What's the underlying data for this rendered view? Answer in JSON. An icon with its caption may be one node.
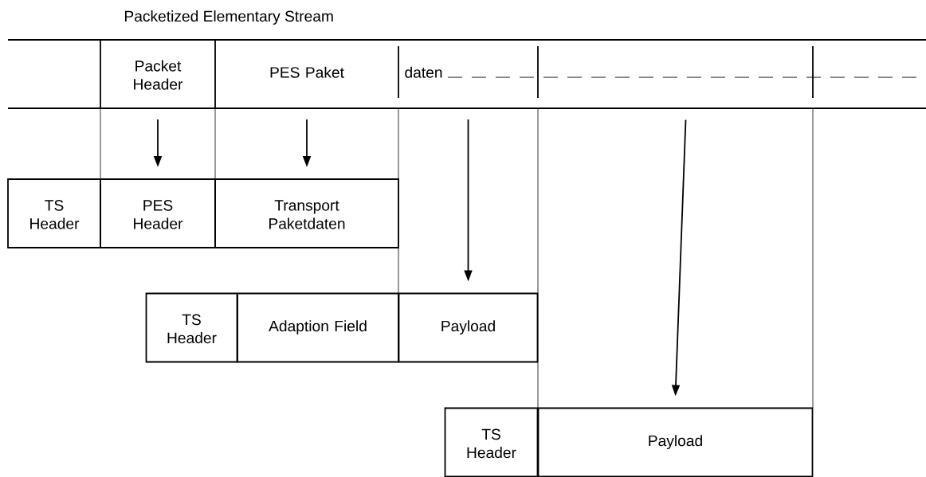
{
  "diagram": {
    "title": "Packetized Elementary Stream",
    "nodes": [
      {
        "text": [
          "Packet Header"
        ]
      },
      {
        "text": [
          "PES Paket"
        ]
      },
      {
        "text": [
          "daten"
        ]
      },
      {
        "text": [
          "TS Header"
        ]
      },
      {
        "text": [
          "PES Header"
        ]
      },
      {
        "text": [
          "Transport Paketdaten"
        ]
      },
      {
        "text": [
          "TS Header"
        ]
      },
      {
        "text": [
          "Adaption Field"
        ]
      },
      {
        "text": [
          "Payload"
        ]
      },
      {
        "text": [
          "TS Header"
        ]
      },
      {
        "text": [
          "Payload"
        ]
      }
    ],
    "edges": [
      {
        "from": 0,
        "to": 4,
        "arrow": "to"
      },
      {
        "from": 1,
        "to": 5,
        "arrow": "to"
      },
      {
        "from": 2,
        "to": 8,
        "arrow": "to"
      },
      {
        "from": null,
        "to": 10,
        "arrow": "to"
      }
    ]
  }
}
